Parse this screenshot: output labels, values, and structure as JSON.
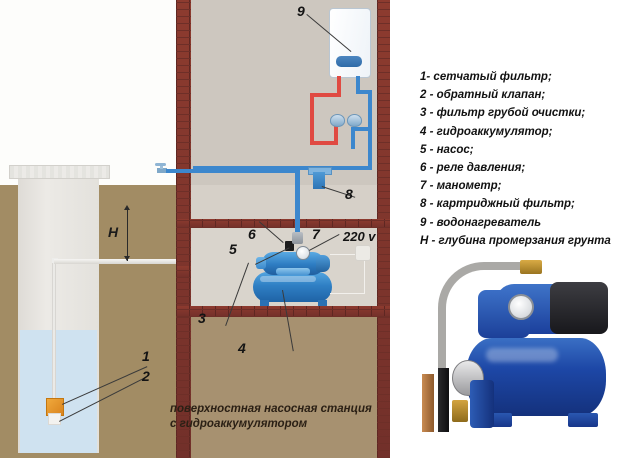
{
  "diagram": {
    "caption_line1": "поверхностная насосная станция",
    "caption_line2": "с гидроаккумулятором",
    "voltage_label": "220 v",
    "depth_label": "H",
    "callouts": {
      "n1": "1",
      "n2": "2",
      "n3": "3",
      "n4": "4",
      "n5": "5",
      "n6": "6",
      "n7": "7",
      "n8": "8",
      "n9": "9"
    },
    "colors": {
      "hot_pipe": "#e04a42",
      "cold_pipe": "#3c87cd",
      "ground": "#a28c64",
      "brick": "#8d3b2f",
      "water": "#cfe2f0",
      "pump_blue": "#2f7fc4",
      "filter_orange": "#d9821c"
    }
  },
  "legend": {
    "items": [
      "1- сетчатый фильтр;",
      "2 - обратный клапан;",
      "3 - фильтр грубой очистки;",
      "4 - гидроаккумулятор;",
      "5 - насос;",
      "6 - реле давления;",
      "7 - манометр;",
      "8 - картриджный фильтр;",
      "9 - водонагреватель",
      "H - глубина промерзания грунта"
    ]
  }
}
